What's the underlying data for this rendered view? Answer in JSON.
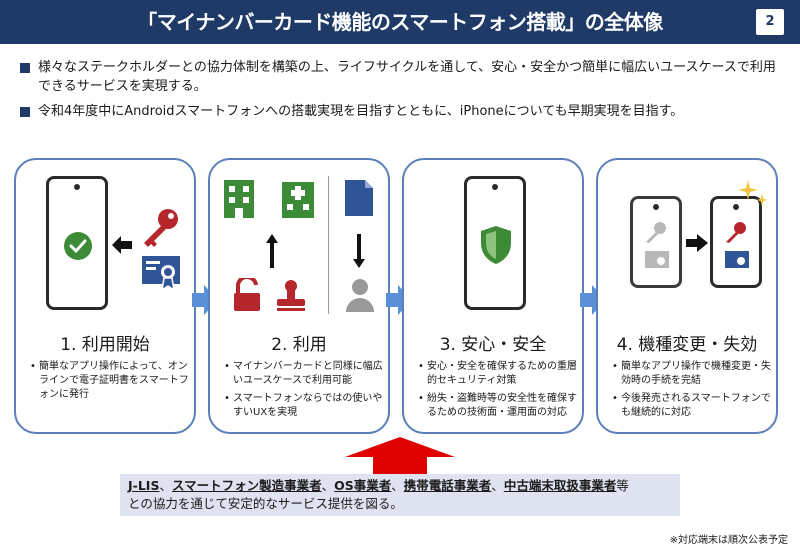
{
  "header": {
    "title": "「マイナンバーカード機能のスマートフォン搭載」の全体像",
    "page_number": "2"
  },
  "bullets": [
    "様々なステークホルダーとの協力体制を構築の上、ライフサイクルを通して、安心・安全かつ簡単に幅広いユースケースで利用できるサービスを実現する。",
    "令和4年度中にAndroidスマートフォンへの搭載実現を目指すとともに、iPhoneについても早期実現を目指す。"
  ],
  "cards": [
    {
      "title": "1. 利用開始",
      "items": [
        "簡単なアプリ操作によって、オンラインで電子証明書をスマートフォンに発行"
      ]
    },
    {
      "title": "2. 利用",
      "items": [
        "マイナンバーカードと同様に幅広いユースケースで利用可能",
        "スマートフォンならではの使いやすいUXを実現"
      ]
    },
    {
      "title": "3. 安心・安全",
      "items": [
        "安心・安全を確保するための重層的セキュリティ対策",
        "紛失・盗難時等の安全性を確保するための技術面・運用面の対応"
      ]
    },
    {
      "title": "4. 機種変更・失効",
      "items": [
        "簡単なアプリ操作で機種変更・失効時の手続を完結",
        "今後発売されるスマートフォンでも継続的に対応"
      ]
    }
  ],
  "partners": {
    "names": [
      "J-LIS",
      "スマートフォン製造事業者",
      "OS事業者",
      "携帯電話事業者",
      "中古端末取扱事業者"
    ],
    "sep": "、",
    "suffix": "等",
    "line2": "との協力を通じて安定的なサービス提供を図る。"
  },
  "footnote": "※対応端末は順次公表予定",
  "colors": {
    "navy": "#1f3a66",
    "card_border": "#5b7fb8",
    "arrow_blue": "#5b8fd6",
    "green": "#3d8b37",
    "key_red": "#b5272d",
    "cert_blue": "#2f5597",
    "alert_red": "#e00000",
    "partner_bg": "#dfe2f0"
  }
}
